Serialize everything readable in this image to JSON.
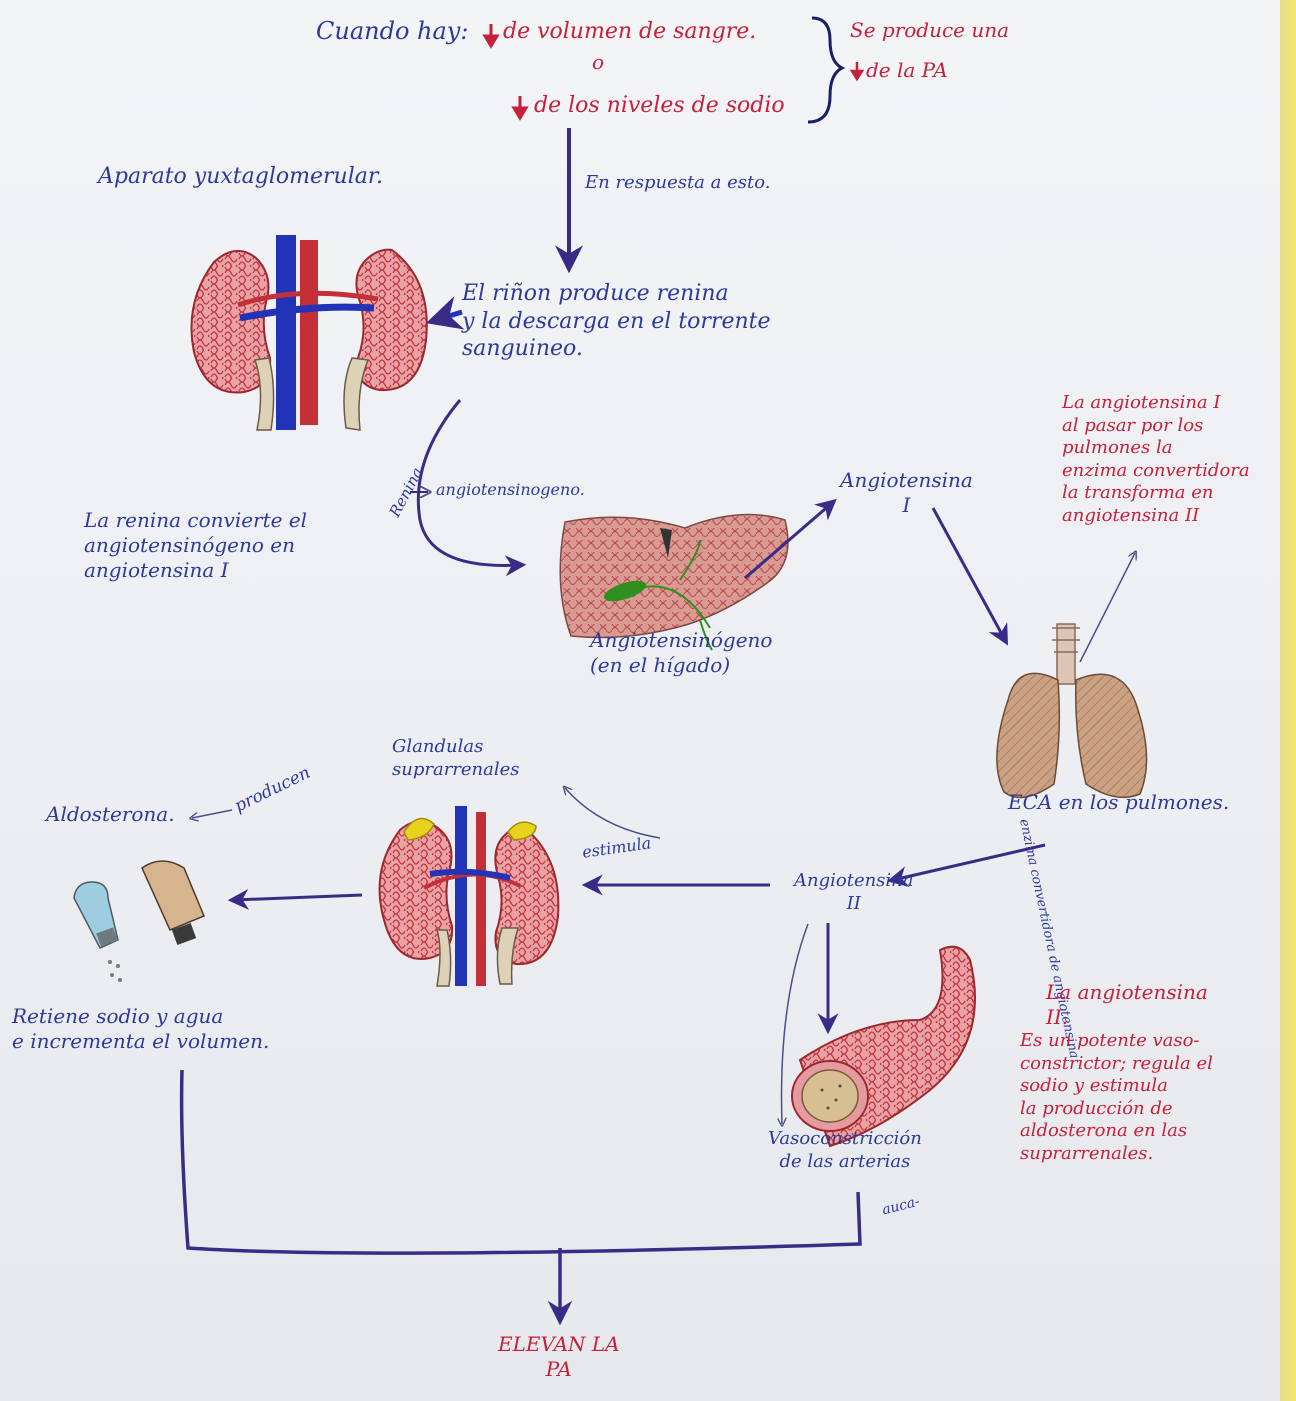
{
  "colors": {
    "ink_blue": "#2d3a9c",
    "ink_purple": "#3a2c86",
    "ink_red": "#c7203a",
    "organ_red": "#c43038",
    "vessel_blue": "#2233b8",
    "liver": "#c8827c",
    "lung": "#c9a07e",
    "adrenal_yellow": "#e8d21c",
    "gallbladder_green": "#2f8f1f",
    "paper": "#eceef2"
  },
  "text": {
    "header_cuando": "Cuando hay:",
    "header_volumen": "de volumen de sangre.",
    "header_o": "o",
    "header_sodio": "de los niveles de sodio",
    "header_result_1": "Se produce una",
    "header_result_2": "de la PA",
    "respuesta": "En respuesta a esto.",
    "aparato": "Aparato yuxtaglomerular.",
    "rinon": "El riñon produce renina\ny la descarga en el torrente\nsanguineo.",
    "renina": "Renina",
    "angiotensinogeno_arrow": "angiotensinogeno.",
    "renina_convierte": "La renina convierte el\nangiotensinógeno en\nangiotensina I",
    "higado": "Angiotensinógeno\n(en el hígado)",
    "angio_1": "Angiotensina\nI",
    "pulmones_note": "La angiotensina I\nal pasar por los\npulmones la\nenzima convertidora\nla transforma en\nangiotensina II",
    "eca": "ECA en los pulmones.",
    "eca_vertical": "enzima convertidora de angiotensina.",
    "angio_2": "Angiotensina\nII",
    "angio_2_note_title": "La angiotensina\nII.",
    "angio_2_note": "Es un potente vaso-\nconstrictor; regula el\nsodio y estimula\nla producción de\naldosterona en las\nsuprarrenales.",
    "glandulas": "Glandulas\nsuprarrenales",
    "estimula": "estimula",
    "producen": "producen",
    "aldosterona": "Aldosterona.",
    "retiene": "Retiene sodio y agua\ne incrementa el volumen.",
    "vasoconstriccion": "Vasoconstricción\nde las arterias",
    "auca": "auca-",
    "elevan": "ELEVAN LA\nPA"
  }
}
